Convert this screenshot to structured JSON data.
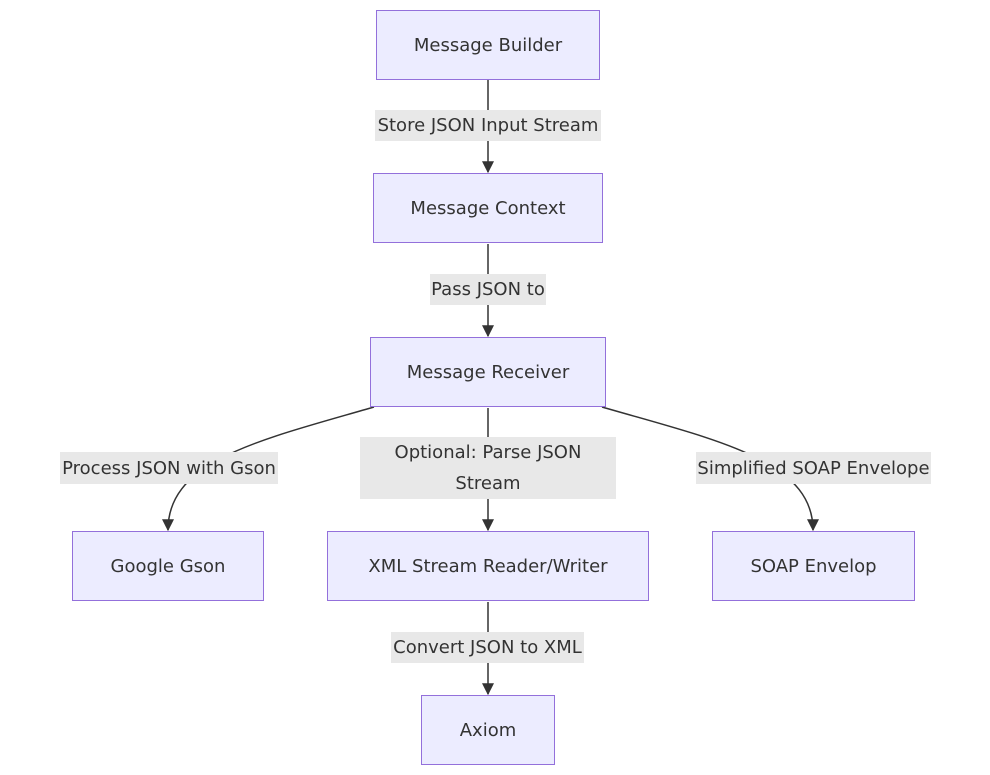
{
  "diagram": {
    "nodes": {
      "message_builder": "Message Builder",
      "message_context": "Message Context",
      "message_receiver": "Message Receiver",
      "google_gson": "Google Gson",
      "xml_stream": "XML Stream Reader/Writer",
      "soap_envelop": "SOAP Envelop",
      "axiom": "Axiom"
    },
    "edges": {
      "builder_to_context": "Store JSON Input Stream",
      "context_to_receiver": "Pass JSON to",
      "receiver_to_gson": "Process JSON with Gson",
      "receiver_to_xml": "Optional: Parse JSON Stream",
      "receiver_to_soap": "Simplified SOAP Envelope",
      "xml_to_axiom": "Convert JSON to XML"
    },
    "colors": {
      "node_fill": "#ECECFF",
      "node_border": "#9370DB",
      "edge_line": "#333333",
      "label_bg": "#e8e8e8"
    }
  }
}
